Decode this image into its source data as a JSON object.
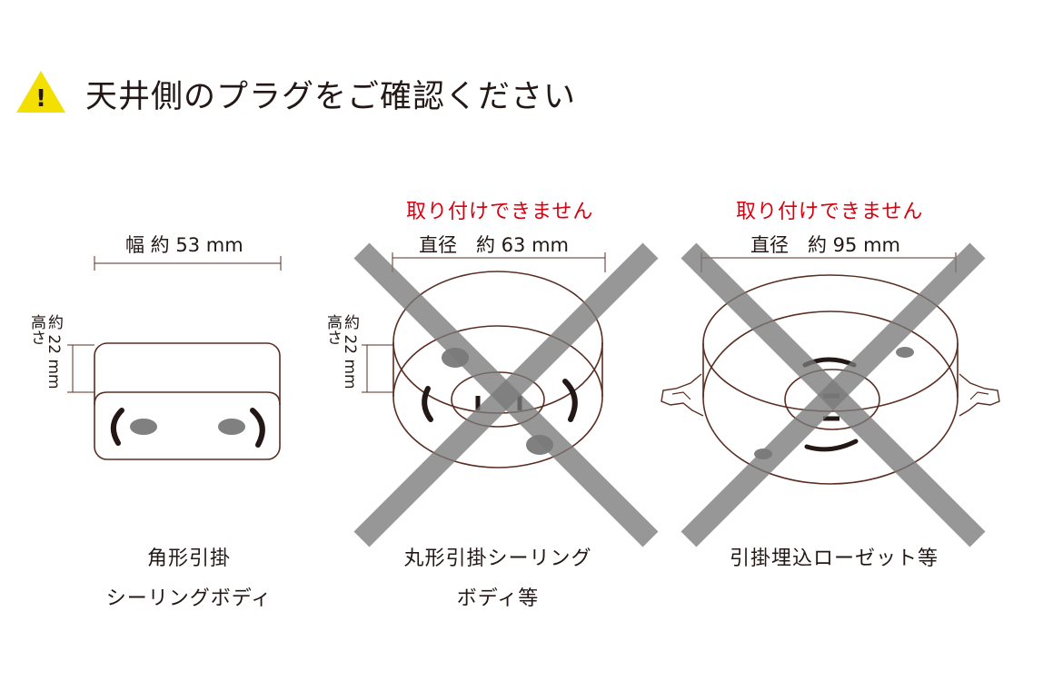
{
  "header": {
    "title": "天井側のプラグをご確認ください",
    "warning_symbol": "!",
    "warning_color": "#f4e000"
  },
  "colors": {
    "outline": "#6b3a2a",
    "cross": "#8e8e8e",
    "warning_text": "#d7000f"
  },
  "items": [
    {
      "not_compatible_label": "",
      "dimension_label": "幅 約 53 mm",
      "height_label_line1": "高さ",
      "height_label_line2": "約 22 mm",
      "caption_line1": "角形引掛",
      "caption_line2": "シーリングボディ",
      "crossed_out": false
    },
    {
      "not_compatible_label": "取り付けできません",
      "dimension_label": "直径　約 63 mm",
      "height_label_line1": "高さ",
      "height_label_line2": "約 22 mm",
      "caption_line1": "丸形引掛シーリング",
      "caption_line2": "ボディ等",
      "crossed_out": true
    },
    {
      "not_compatible_label": "取り付けできません",
      "dimension_label": "直径　約 95 mm",
      "height_label_line1": "",
      "height_label_line2": "",
      "caption_line1": "引掛埋込ローゼット等",
      "caption_line2": "",
      "crossed_out": true
    }
  ]
}
